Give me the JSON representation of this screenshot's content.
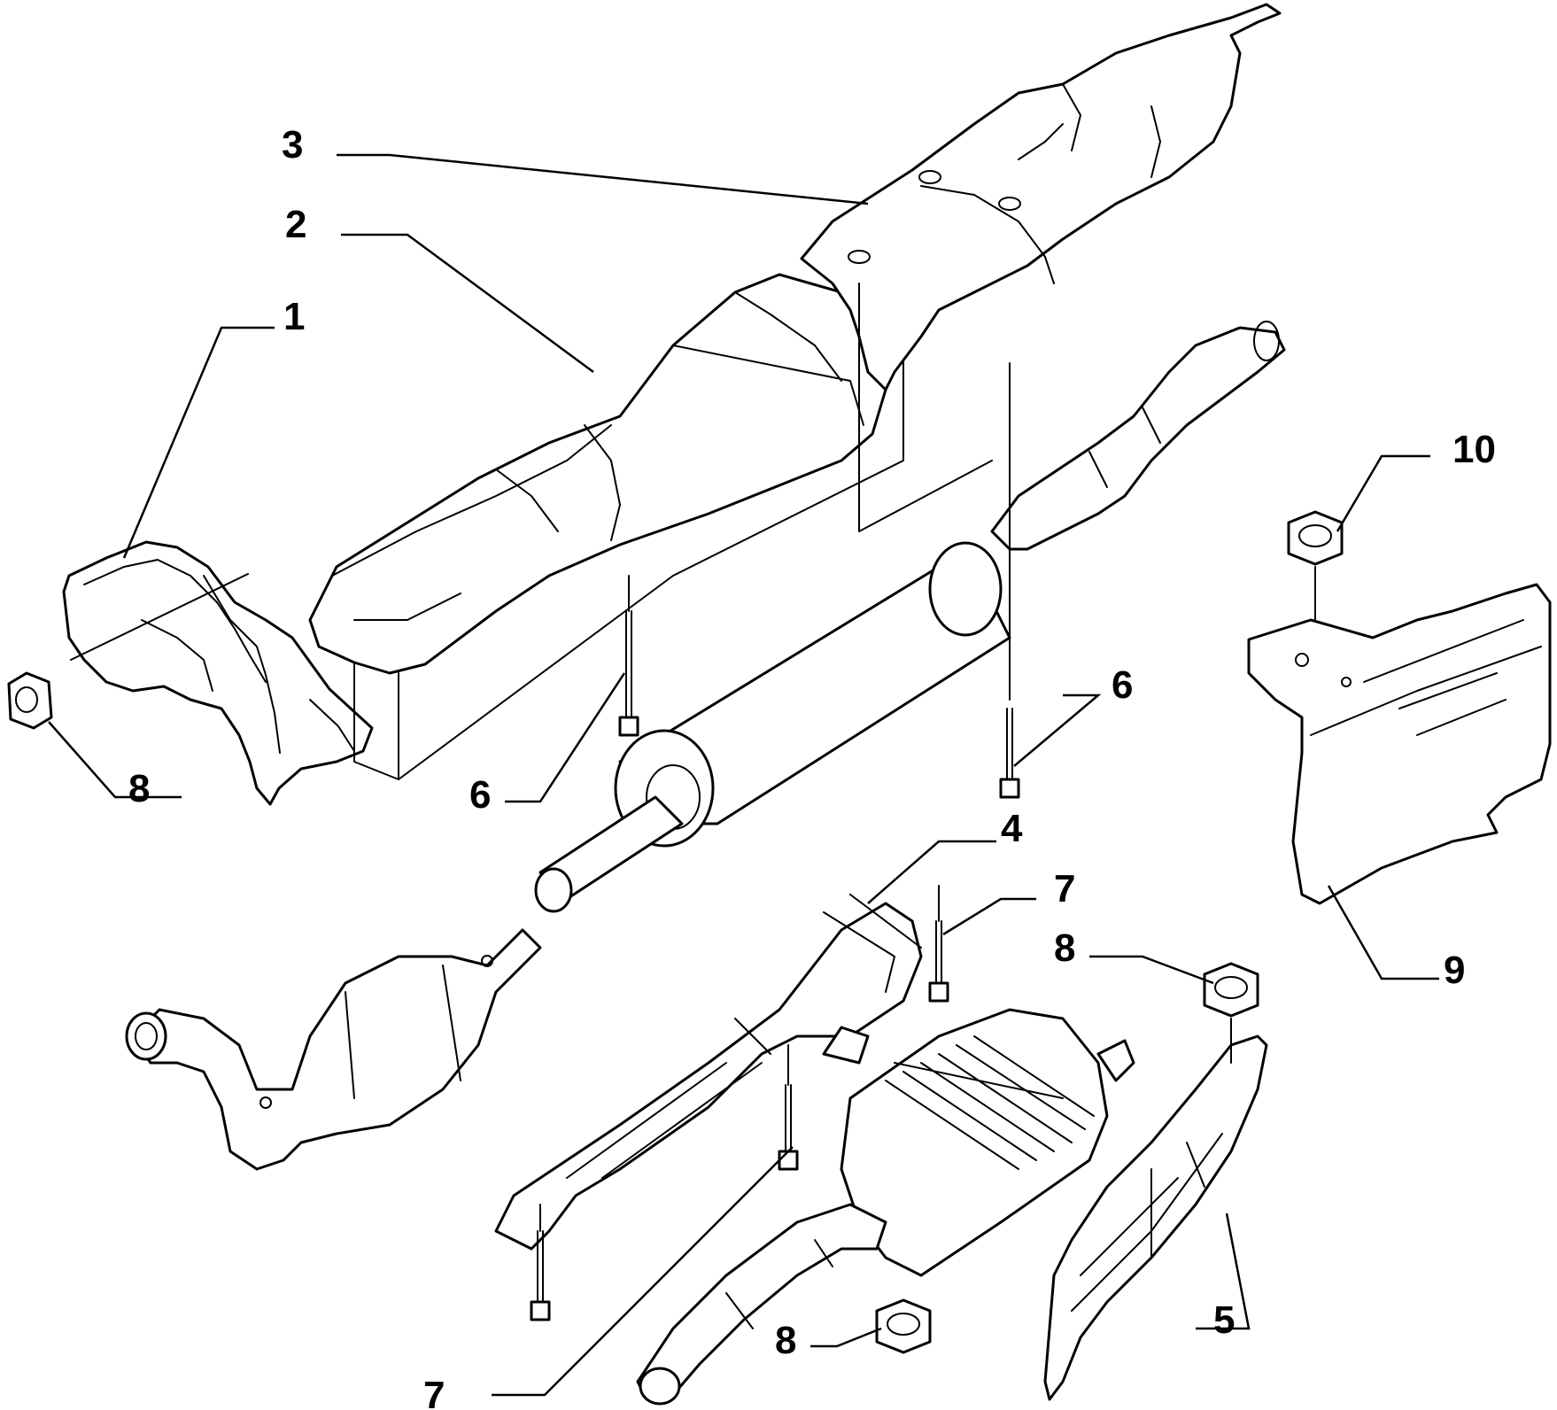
{
  "diagram": {
    "colors": {
      "line": "#000000",
      "background": "#ffffff"
    },
    "callouts": [
      {
        "id": "c1",
        "label": "1"
      },
      {
        "id": "c2",
        "label": "2"
      },
      {
        "id": "c3",
        "label": "3"
      },
      {
        "id": "c4",
        "label": "4"
      },
      {
        "id": "c5",
        "label": "5"
      },
      {
        "id": "c6a",
        "label": "6"
      },
      {
        "id": "c6b",
        "label": "6"
      },
      {
        "id": "c7a",
        "label": "7"
      },
      {
        "id": "c7b",
        "label": "7"
      },
      {
        "id": "c8a",
        "label": "8"
      },
      {
        "id": "c8b",
        "label": "8"
      },
      {
        "id": "c8c",
        "label": "8"
      },
      {
        "id": "c9",
        "label": "9"
      },
      {
        "id": "c10",
        "label": "10"
      }
    ]
  }
}
